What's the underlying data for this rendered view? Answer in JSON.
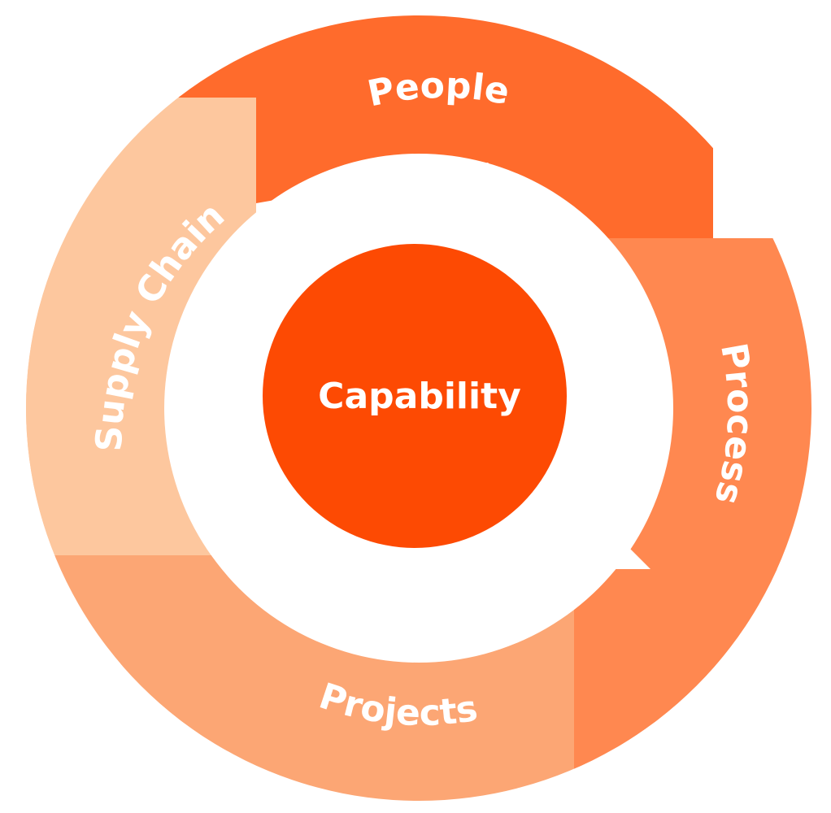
{
  "diagram": {
    "center": {
      "label": "Capability",
      "color": "#fd4a03"
    },
    "segments": [
      {
        "id": "people",
        "label": "People",
        "color": "#ff6b2c"
      },
      {
        "id": "process",
        "label": "Process",
        "color": "#ff8850"
      },
      {
        "id": "projects",
        "label": "Projects",
        "color": "#fca674"
      },
      {
        "id": "supply-chain",
        "label": "Supply Chain",
        "color": "#fdc79e"
      }
    ]
  }
}
